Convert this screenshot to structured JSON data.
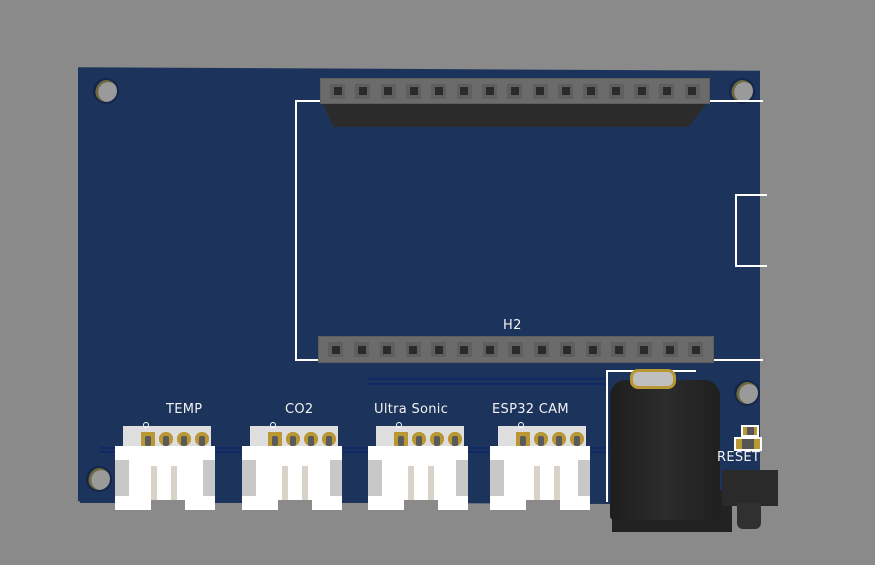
{
  "scene": {
    "type": "3D PCB render",
    "background_color": "#8a8a8a",
    "board_color": "#1c335b",
    "silkscreen_color": "#ffffff",
    "pad_color": "#b99834"
  },
  "board": {
    "headers": [
      {
        "id": "H1",
        "label": "",
        "pins": 15,
        "position": "top"
      },
      {
        "id": "H2",
        "label": "H2",
        "pins": 15,
        "position": "middle"
      }
    ],
    "connectors": [
      {
        "label": "TEMP",
        "pins": 4
      },
      {
        "label": "CO2",
        "pins": 4
      },
      {
        "label": "Ultra Sonic",
        "pins": 4
      },
      {
        "label": "ESP32 CAM",
        "pins": 4
      }
    ],
    "reset_label": "RESET",
    "mounting_holes": 4,
    "power_jack": "DC barrel jack"
  }
}
